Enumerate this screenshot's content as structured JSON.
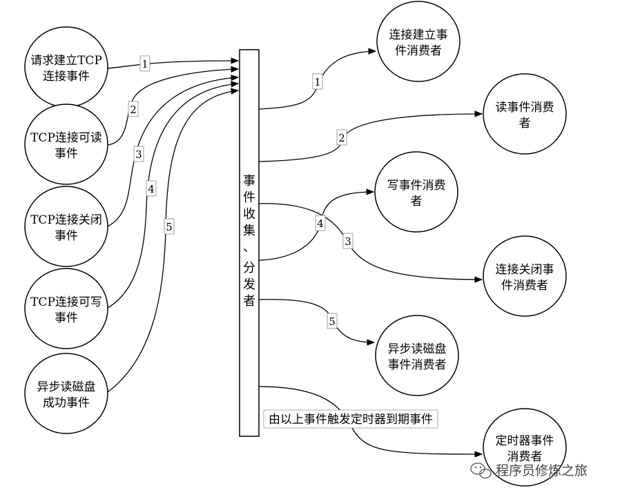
{
  "dispatcher": {
    "chars": [
      "事",
      "件",
      "收",
      "集",
      "、",
      "分",
      "发",
      "者"
    ]
  },
  "sources": [
    {
      "lines": [
        "请求建立TCP",
        "连接事件"
      ]
    },
    {
      "lines": [
        "TCP连接可读",
        "事件"
      ]
    },
    {
      "lines": [
        "TCP连接关闭",
        "事件"
      ]
    },
    {
      "lines": [
        "TCP连接可写",
        "事件"
      ]
    },
    {
      "lines": [
        "异步读磁盘",
        "成功事件"
      ]
    }
  ],
  "consumers": [
    {
      "lines": [
        "连接建立事",
        "件消费者"
      ]
    },
    {
      "lines": [
        "读事件消费",
        "者"
      ]
    },
    {
      "lines": [
        "写事件消费",
        "者"
      ]
    },
    {
      "lines": [
        "连接关闭事",
        "件消费者"
      ]
    },
    {
      "lines": [
        "异步读磁盘",
        "事件消费者"
      ]
    },
    {
      "lines": [
        "定时器事件",
        "消费者"
      ]
    }
  ],
  "edge_labels": {
    "in": [
      "1",
      "2",
      "3",
      "4",
      "5"
    ],
    "out": [
      "1",
      "2",
      "4",
      "3",
      "5"
    ]
  },
  "timer_note": "由以上事件触发定时器到期事件",
  "watermark": "程序员修炼之旅"
}
